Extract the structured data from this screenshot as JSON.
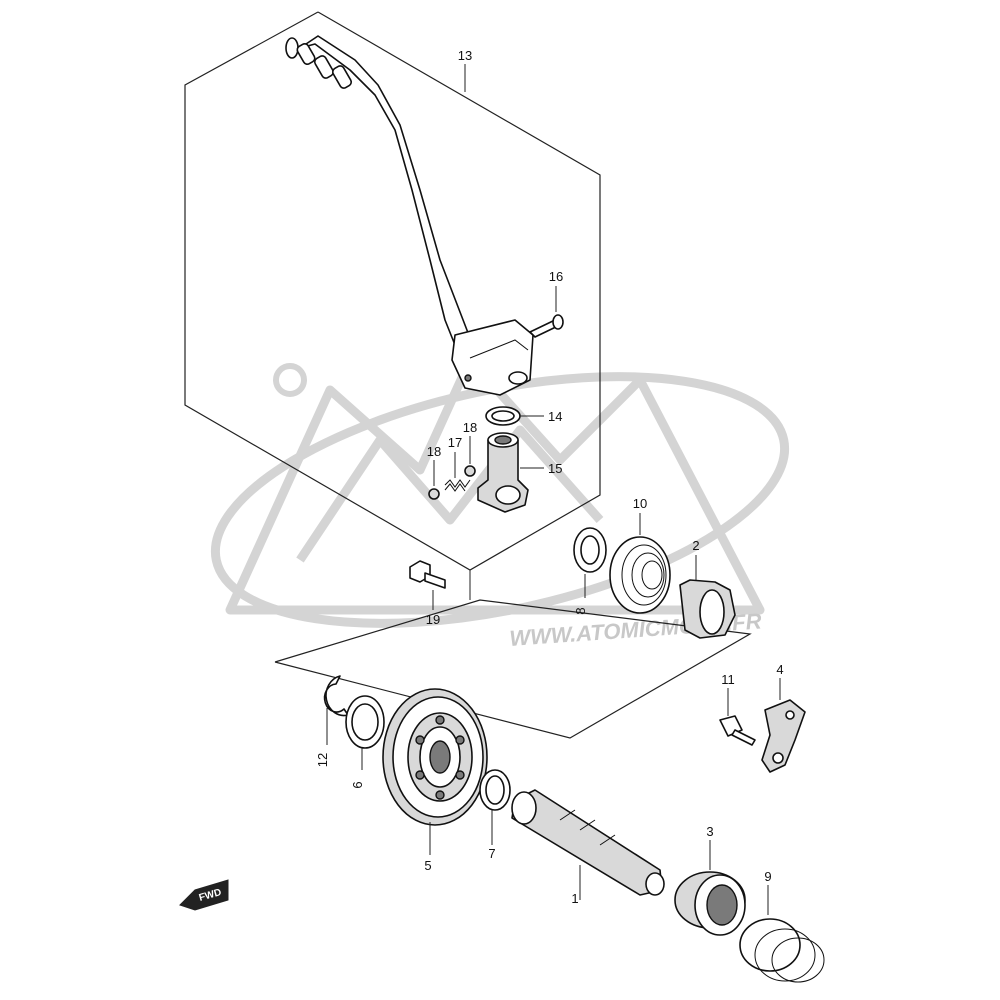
{
  "watermark": {
    "url_text": "WWW.ATOMICMOTO.FR"
  },
  "direction_arrow": {
    "label": "FWD"
  },
  "callouts": {
    "c1": "1",
    "c2": "2",
    "c3": "3",
    "c4": "4",
    "c5": "5",
    "c6": "6",
    "c7": "7",
    "c8": "8",
    "c9": "9",
    "c10": "10",
    "c11": "11",
    "c12": "12",
    "c13": "13",
    "c14": "14",
    "c15": "15",
    "c16": "16",
    "c17": "17",
    "c18a": "18",
    "c18b": "18",
    "c19": "19"
  }
}
